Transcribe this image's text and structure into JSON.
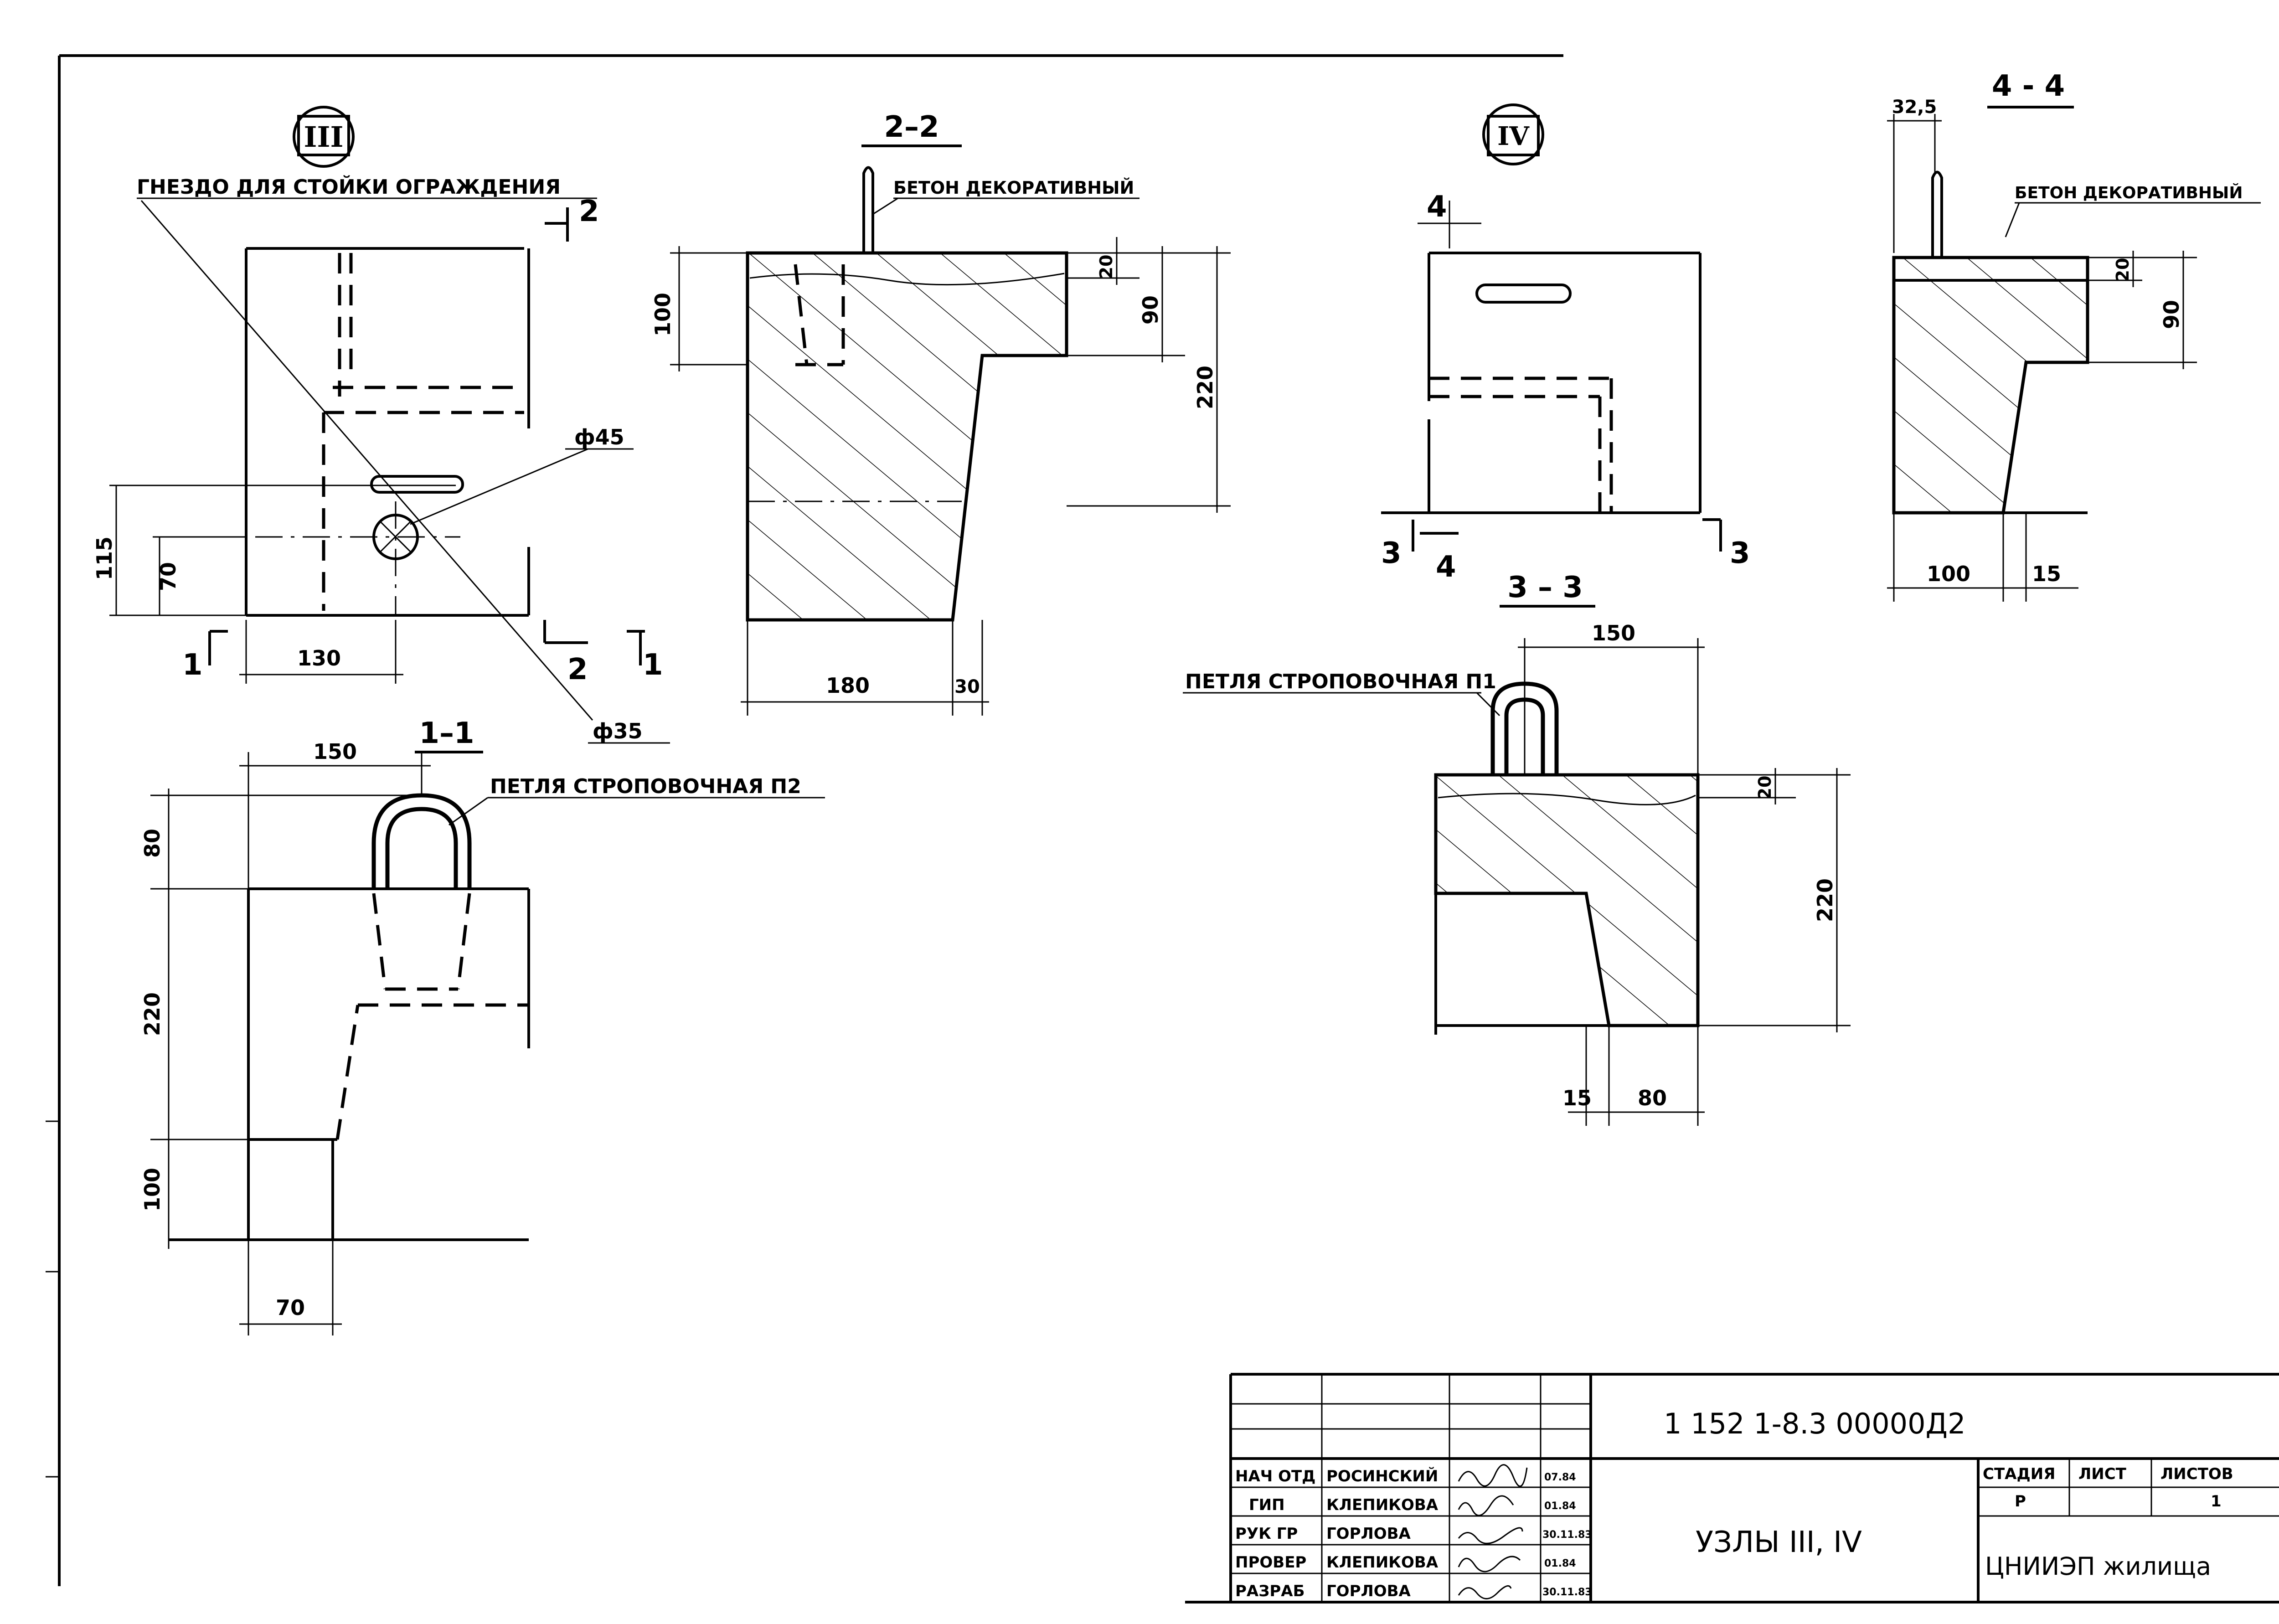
{
  "labels": {
    "node3": "III",
    "node4": "IV",
    "sec11": "1–1",
    "sec22": "2–2",
    "sec33": "3 – 3",
    "sec44": "4 - 4",
    "socket": "ГНЕЗДО ДЛЯ СТОЙКИ ОГРАЖДЕНИЯ",
    "concrete_a": "БЕТОН ДЕКОРАТИВНЫЙ",
    "concrete_b": "БЕТОН ДЕКОРАТИВНЫЙ",
    "loop_p1": "ПЕТЛЯ СТРОПОВОЧНАЯ П1",
    "loop_p2": "ПЕТЛЯ СТРОПОВОЧНАЯ П2",
    "d45": "ф45",
    "d35": "ф35",
    "cut_1": "1",
    "cut_1b": "1",
    "cut_2": "2",
    "cut_2b": "2",
    "cut_3": "3",
    "cut_3b": "3",
    "cut_4": "4",
    "cut_4b": "4"
  },
  "dims": {
    "v3_115": "115",
    "v3_70": "70",
    "v3_130": "130",
    "s22_100": "100",
    "s22_20": "20",
    "s22_90": "90",
    "s22_220": "220",
    "s22_180": "180",
    "s22_30": "30",
    "s11_150": "150",
    "s11_80": "80",
    "s11_220": "220",
    "s11_100": "100",
    "s11_70": "70",
    "s33_150": "150",
    "s33_20": "20",
    "s33_220": "220",
    "s33_15": "15",
    "s33_80": "80",
    "s44_325": "32,5",
    "s44_20": "20",
    "s44_90": "90",
    "s44_100": "100",
    "s44_15": "15"
  },
  "title_block": {
    "doc_code": "1 152 1-8.3   00000Д2",
    "sheet_title": "УЗЛЫ III, IV",
    "org": "ЦНИИЭП жилища",
    "stage_h": "СТАДИЯ",
    "sheet_h": "ЛИСТ",
    "sheets_h": "ЛИСТОВ",
    "stage_v": "Р",
    "sheets_v": "1",
    "rows": [
      {
        "role": "НАЧ ОТД",
        "name": "РОСИНСКИЙ",
        "date": "07.84"
      },
      {
        "role": "ГИП",
        "name": "КЛЕПИКОВА",
        "date": "01.84"
      },
      {
        "role": "РУК ГР",
        "name": "ГОРЛОВА",
        "date": "30.11.83"
      },
      {
        "role": "ПРОВЕР",
        "name": "КЛЕПИКОВА",
        "date": "01.84"
      },
      {
        "role": "РАЗРАБ",
        "name": "ГОРЛОВА",
        "date": "30.11.83"
      }
    ]
  }
}
